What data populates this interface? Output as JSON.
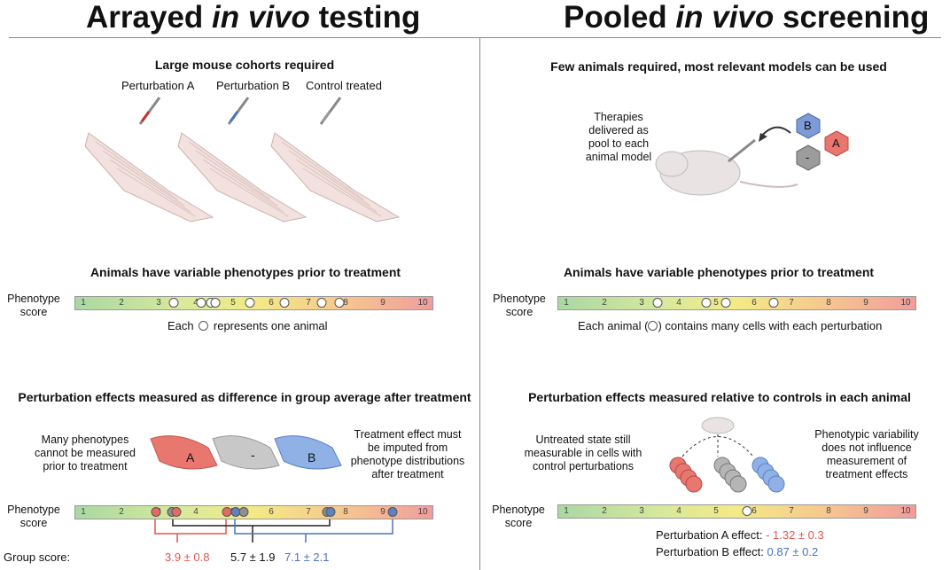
{
  "left": {
    "title_pre": "Arrayed ",
    "title_italic": "in vivo",
    "title_post": " testing",
    "s1_title": "Large mouse cohorts required",
    "s1_labels": [
      "Perturbation A",
      "Perturbation B",
      "Control treated"
    ],
    "s2_title": "Animals have variable phenotypes prior to treatment",
    "phenotype_label": [
      "Phenotype",
      "score"
    ],
    "s2_caption_pre": "Each",
    "s2_caption_post": "represents one animal",
    "s3_title": "Perturbation effects measured as difference in group average after treatment",
    "s3_left_text": [
      "Many phenotypes",
      "cannot be measured",
      "prior to treatment"
    ],
    "s3_right_text": [
      "Treatment effect must",
      "be imputed from",
      "phenotype distributions",
      "after treatment"
    ],
    "mouse_letters": [
      "A",
      "-",
      "B"
    ],
    "group_score_label": "Group score:",
    "group_scores": [
      {
        "text": "3.9 ± 0.8",
        "color": "#e0554d"
      },
      {
        "text": "5.7 ± 1.9",
        "color": "#111111"
      },
      {
        "text": "7.1 ± 2.1",
        "color": "#4a74bb"
      }
    ]
  },
  "right": {
    "title_pre": "Pooled ",
    "title_italic": "in vivo",
    "title_post": " screening",
    "s1_title": "Few animals required, most relevant models can be used",
    "s1_therapy_text": [
      "Therapies",
      "delivered as",
      "pool to each",
      "animal model"
    ],
    "hex_letters": [
      "B",
      "A",
      "-"
    ],
    "s2_title": "Animals have variable phenotypes prior to treatment",
    "phenotype_label": [
      "Phenotype",
      "score"
    ],
    "s2_caption_pre": "Each animal (",
    "s2_caption_post": ") contains many cells with each perturbation",
    "s3_title": "Perturbation effects measured relative to controls in each animal",
    "s3_left_text": [
      "Untreated state still",
      "measurable in cells with",
      "control perturbations"
    ],
    "s3_right_text": [
      "Phenotypic variability",
      "does not influence",
      "measurement of",
      "treatment effects"
    ],
    "effects": [
      {
        "label": "Perturbation A effect:",
        "value": "- 1.32 ± 0.3",
        "color": "#e0554d"
      },
      {
        "label": "Perturbation B effect:",
        "value": "0.87 ± 0.2",
        "color": "#4a74bb"
      }
    ]
  },
  "scale_ticks": [
    "1",
    "2",
    "3",
    "4",
    "5",
    "6",
    "7",
    "8",
    "9",
    "10"
  ],
  "colors": {
    "red": "#e46a62",
    "gray": "#8f8f8f",
    "blue": "#5a82c5",
    "divider": "#888888"
  }
}
